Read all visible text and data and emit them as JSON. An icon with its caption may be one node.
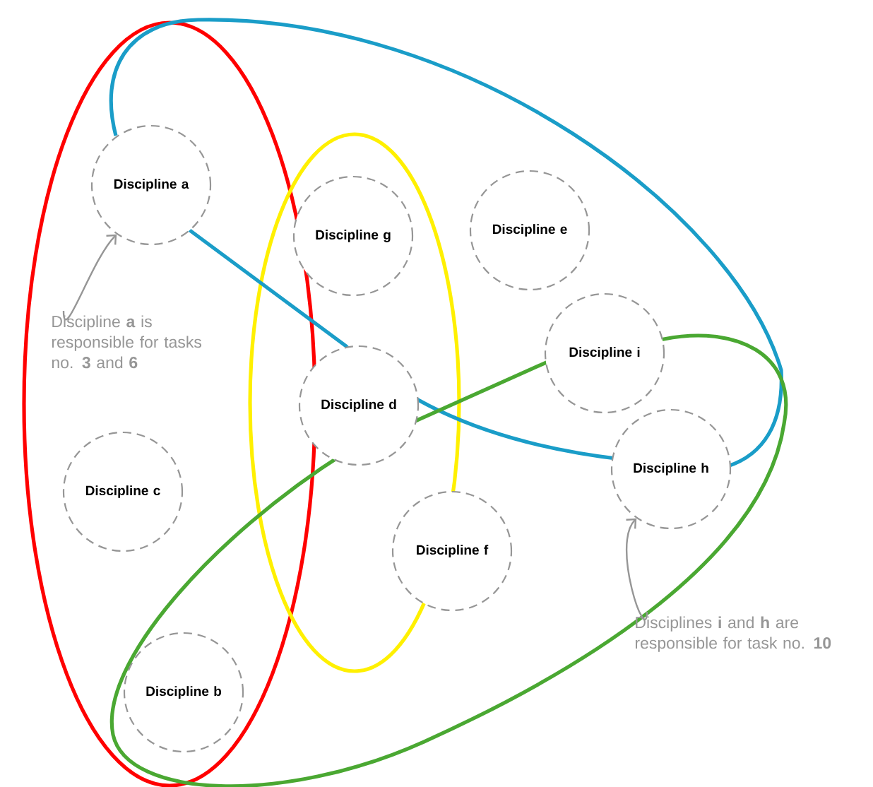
{
  "diagram": {
    "nodes": [
      {
        "text": [
          "Discipline a"
        ]
      },
      {
        "text": [
          "Discipline g"
        ]
      },
      {
        "text": [
          "Discipline e"
        ]
      },
      {
        "text": [
          "Discipline **a** is responsible for tasks no. **3** and **6**"
        ]
      },
      {
        "text": [
          "Discipline i"
        ]
      },
      {
        "text": [
          "Discipline d"
        ]
      },
      {
        "text": [
          "Discipline h"
        ]
      },
      {
        "text": [
          "Discipline c"
        ]
      },
      {
        "text": [
          "Discipline f"
        ]
      },
      {
        "text": [
          "Disciplines **i** and **h** are responsible for task no. **10**"
        ]
      },
      {
        "text": [
          "Discipline b"
        ]
      }
    ],
    "edges": [
      {
        "from": 3,
        "to": 0,
        "arrow": "to"
      },
      {
        "from": 9,
        "to": 6,
        "arrow": "to"
      }
    ]
  }
}
